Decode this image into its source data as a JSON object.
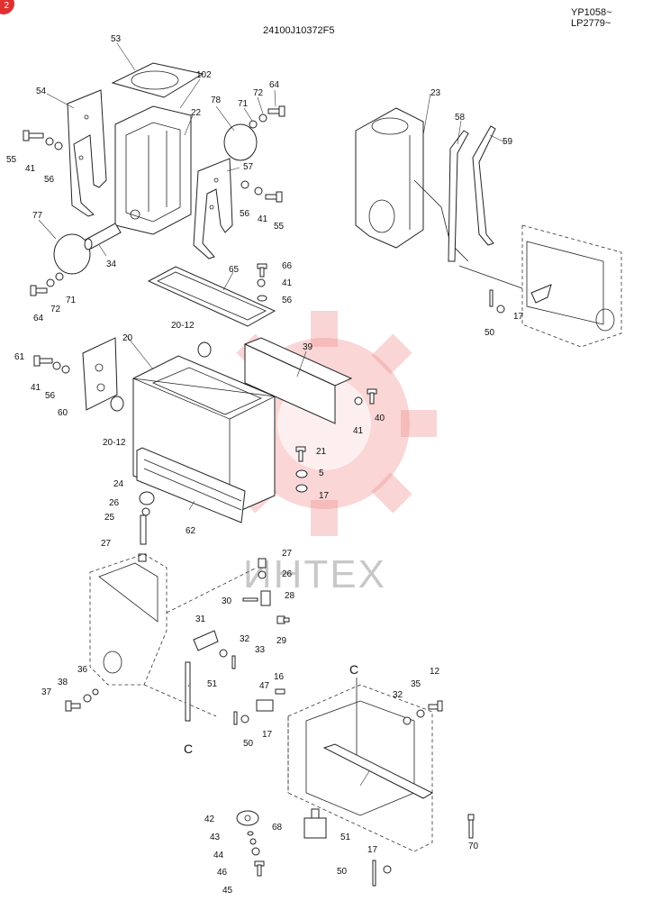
{
  "header": {
    "drawing_code": "24100J10372F5",
    "model_line_1": "YP1058~",
    "model_line_2": "LP2779~"
  },
  "badge": "2",
  "watermark": {
    "text": "ИНТЕХ",
    "color": "#f08a8a"
  },
  "labels": {
    "p53": "53",
    "p102": "102",
    "p54": "54",
    "p22": "22",
    "p78": "78",
    "p71a": "71",
    "p72a": "72",
    "p64a": "64",
    "p55a": "55",
    "p41a": "41",
    "p56a": "56",
    "p57": "57",
    "p56b": "56",
    "p41b": "41",
    "p55b": "55",
    "p77": "77",
    "p34": "34",
    "p64b": "64",
    "p72b": "72",
    "p71b": "71",
    "p65": "65",
    "p66": "66",
    "p41c": "41",
    "p56c": "56",
    "p23": "23",
    "p58": "58",
    "p59": "59",
    "p17a": "17",
    "p50a": "50",
    "p20_12a": "20-12",
    "p20": "20",
    "p39": "39",
    "p61": "61",
    "p41d": "41",
    "p56d": "56",
    "p60": "60",
    "p41e": "41",
    "p40": "40",
    "p20_12b": "20-12",
    "p21": "21",
    "p5": "5",
    "p17b": "17",
    "p24": "24",
    "p26a": "26",
    "p25": "25",
    "p62": "62",
    "p27a": "27",
    "p27b": "27",
    "p26b": "26",
    "p30": "30",
    "p28": "28",
    "p29": "29",
    "p31": "31",
    "p32a": "32",
    "p33": "33",
    "p36": "36",
    "p38": "38",
    "p37": "37",
    "p51a": "51",
    "p47": "47",
    "p16": "16",
    "p17c": "17",
    "p50b": "50",
    "pCa": "C",
    "pCb": "C",
    "p35": "35",
    "p12": "12",
    "p32b": "32",
    "p42": "42",
    "p43": "43",
    "p44": "44",
    "p46": "46",
    "p45": "45",
    "p68": "68",
    "p51b": "51",
    "p70": "70",
    "p17d": "17",
    "p50c": "50"
  }
}
